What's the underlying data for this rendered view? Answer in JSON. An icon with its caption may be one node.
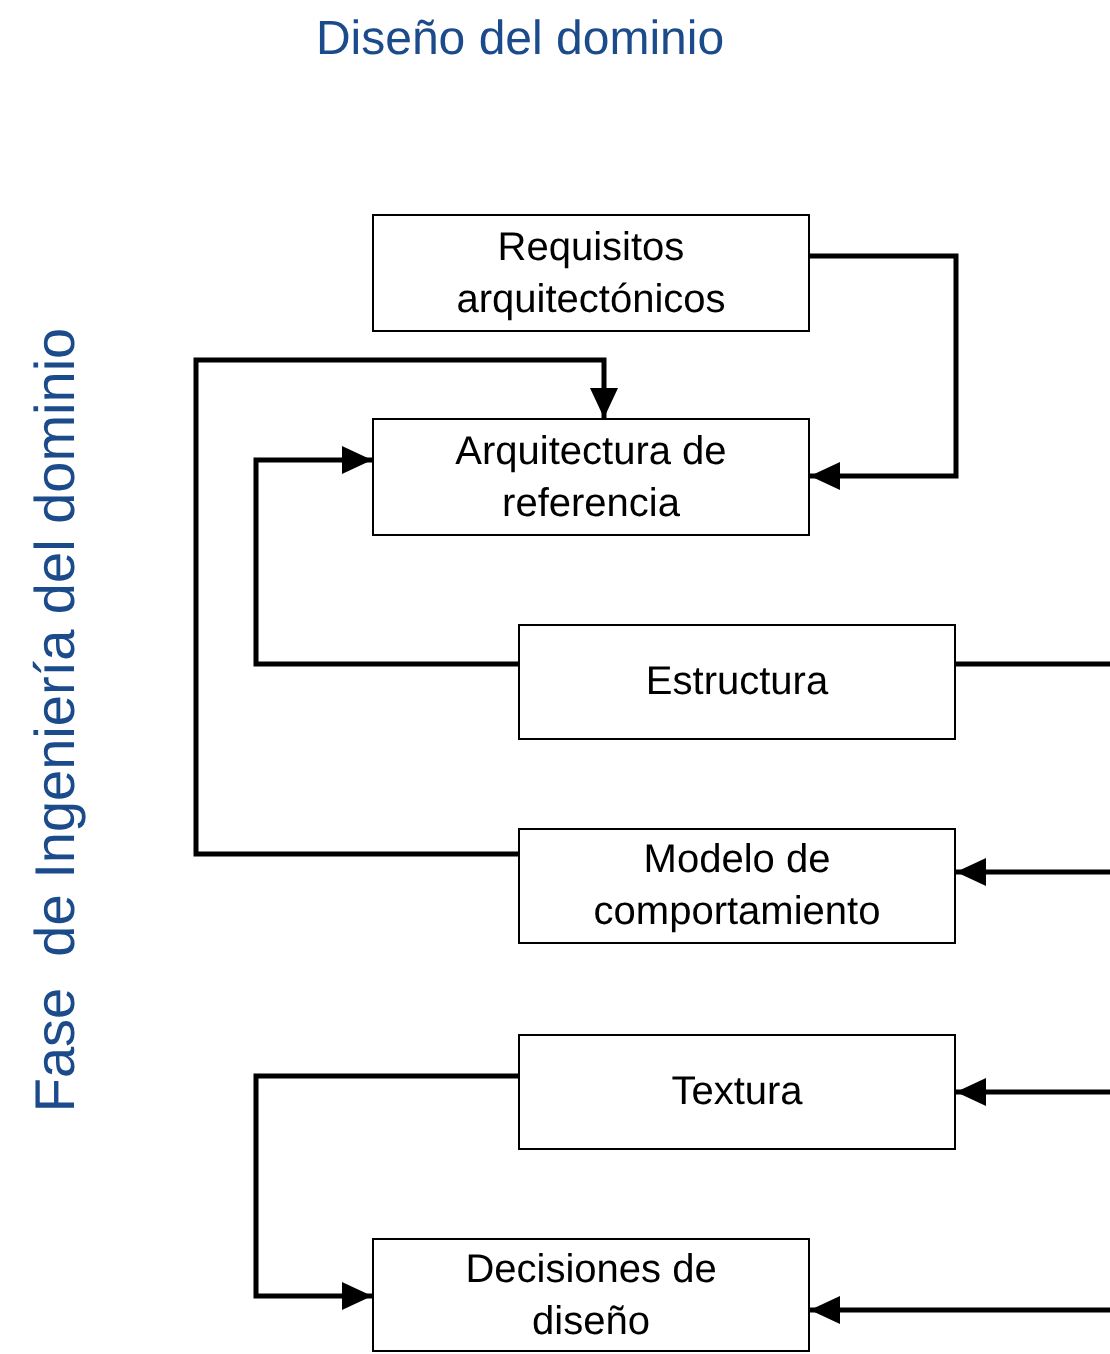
{
  "diagram": {
    "title": "Diseño del dominio",
    "nodes": [
      {
        "text": [
          "Requisitos arquitectónicos"
        ]
      },
      {
        "text": [
          "Arquitectura de referencia"
        ]
      },
      {
        "text": [
          "Estructura"
        ]
      },
      {
        "text": [
          "Modelo de comportamiento"
        ]
      },
      {
        "text": [
          "Textura"
        ]
      },
      {
        "text": [
          "Decisiones de diseño"
        ]
      }
    ],
    "edges": [
      {
        "from": 0,
        "to": 1,
        "arrow": "to"
      },
      {
        "from": 2,
        "to": 1,
        "arrow": "to"
      },
      {
        "from": 3,
        "to": 1,
        "arrow": "to"
      },
      {
        "from": 2,
        "to": null,
        "arrow": "none"
      },
      {
        "from": null,
        "to": 3,
        "arrow": "to"
      },
      {
        "from": null,
        "to": 4,
        "arrow": "to"
      },
      {
        "from": 4,
        "to": 5,
        "arrow": "to"
      },
      {
        "from": null,
        "to": 5,
        "arrow": "to"
      }
    ],
    "labels": [
      "Fase  de Ingeniería del dominio"
    ]
  }
}
